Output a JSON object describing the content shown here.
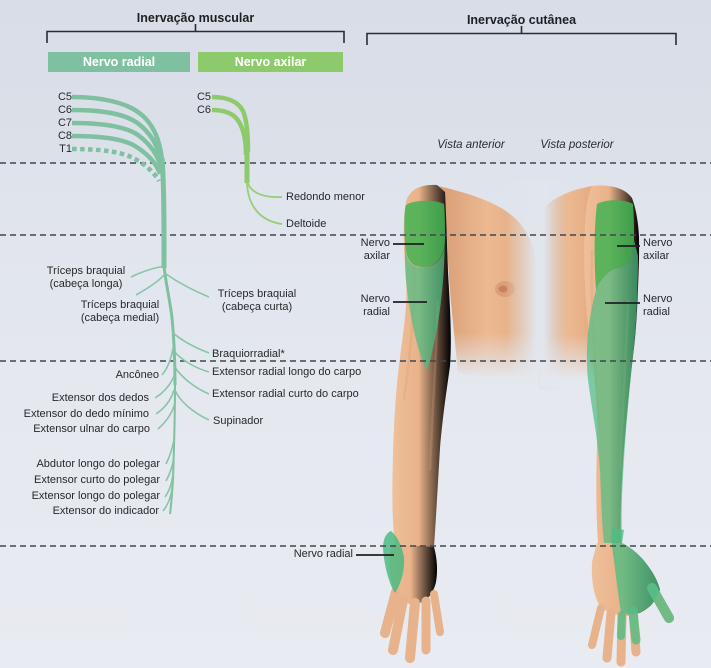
{
  "sections": {
    "muscular": {
      "title": "Inervação muscular"
    },
    "cutanea": {
      "title": "Inervação cutânea"
    }
  },
  "legend": {
    "radial_label": "Nervo radial",
    "axilar_label": "Nervo axilar",
    "radial_color": "#7fc0a0",
    "axilar_color": "#8dca6b"
  },
  "colors": {
    "cutaneous_bright_green": "#43b354",
    "cutaneous_teal_green": "#4fbd83",
    "dashed_line": "#41464d"
  },
  "radial": {
    "roots": [
      "C5",
      "C6",
      "C7",
      "C8",
      "T1"
    ],
    "muscles": {
      "triceps_longa": [
        "Tríceps braquial",
        "(cabeça longa)"
      ],
      "triceps_medial": [
        "Tríceps braquial",
        "(cabeça medial)"
      ],
      "triceps_curta": [
        "Tríceps braquial",
        "(cabeça curta)"
      ],
      "braquiorradial": "Braquiorradial*",
      "anconeo": "Ancôneo",
      "ext_radial_longo": "Extensor radial longo do carpo",
      "ext_radial_curto": "Extensor radial curto do carpo",
      "ext_dedos": "Extensor dos dedos",
      "ext_dedo_minimo": "Extensor do dedo mínimo",
      "ext_ulnar_carpo": "Extensor ulnar do carpo",
      "supinador": "Supinador",
      "abdutor_longo_polegar": "Abdutor longo do polegar",
      "ext_curto_polegar": "Extensor curto do polegar",
      "ext_longo_polegar": "Extensor longo do polegar",
      "ext_indicador": "Extensor do indicador"
    }
  },
  "axilar": {
    "roots": [
      "C5",
      "C6"
    ],
    "muscles": {
      "redondo_menor": "Redondo menor",
      "deltoide": "Deltoide"
    }
  },
  "cutanea": {
    "views": {
      "anterior": "Vista anterior",
      "posterior": "Vista posterior"
    },
    "labels": {
      "axilar_ant": [
        "Nervo",
        "axilar"
      ],
      "radial_ant": [
        "Nervo",
        "radial"
      ],
      "axilar_post": [
        "Nervo",
        "axilar"
      ],
      "radial_post": [
        "Nervo",
        "radial"
      ],
      "radial_hand": "Nervo radial"
    }
  }
}
